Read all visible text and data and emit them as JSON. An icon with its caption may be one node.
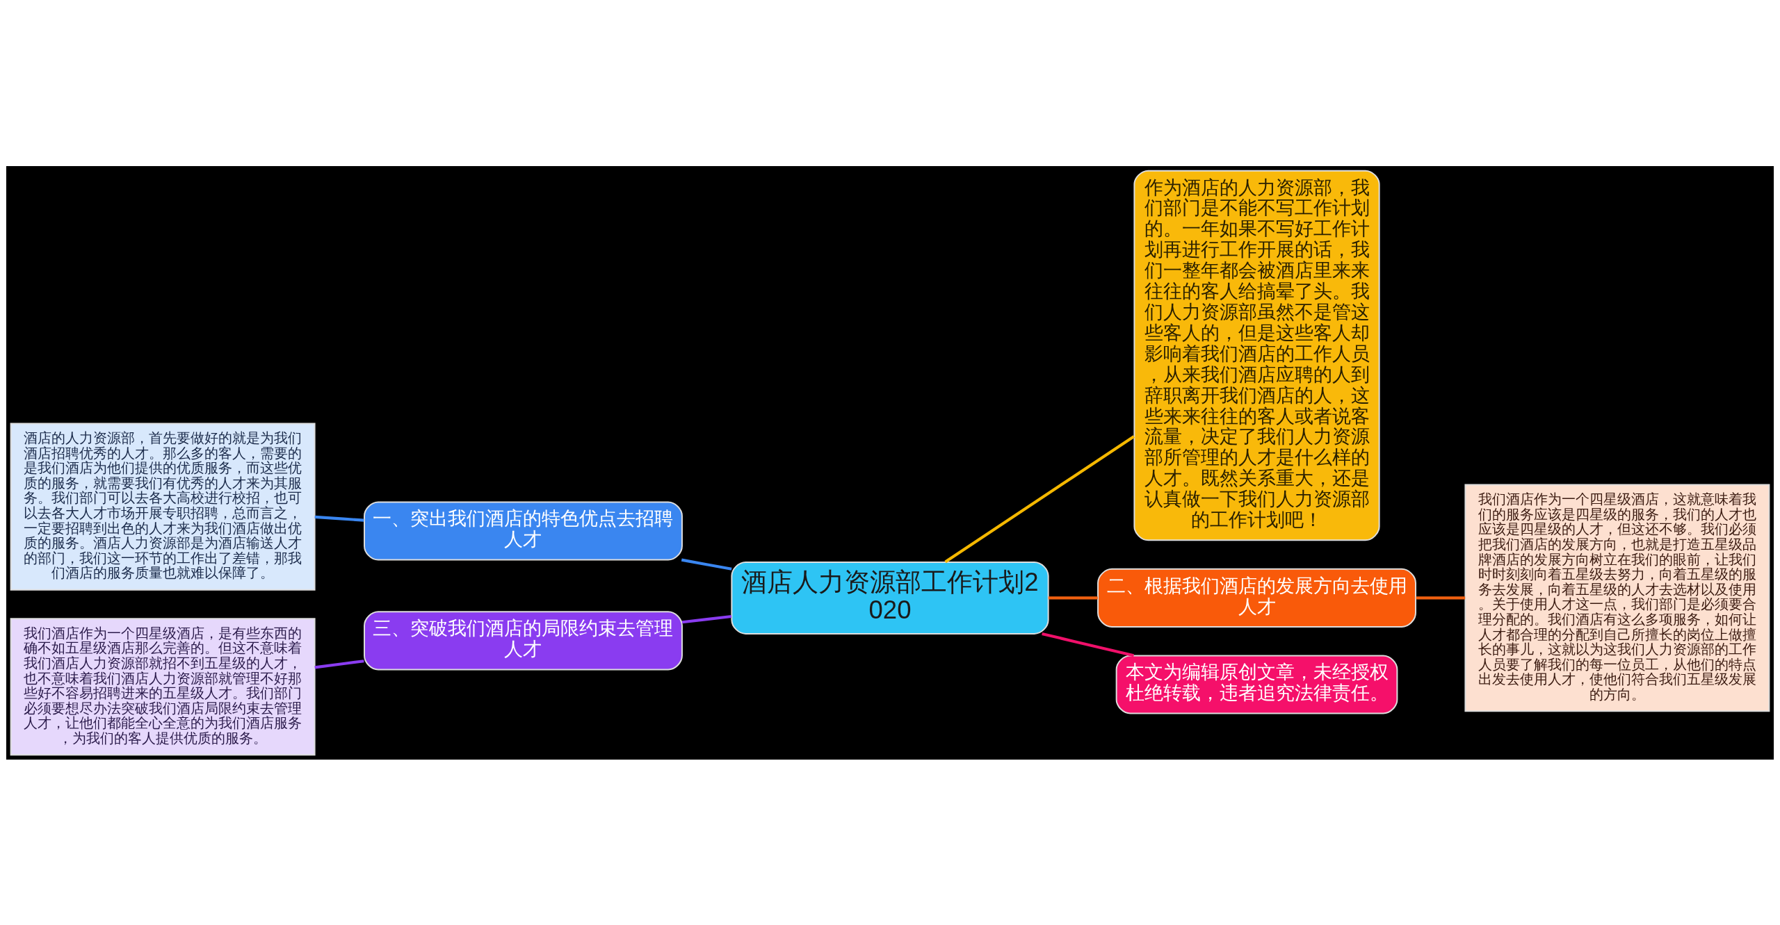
{
  "diagram": {
    "nodes": [
      {
        "text": [
          "酒店人力资源部工作计划2020"
        ]
      },
      {
        "text": [
          "一、突出我们酒店的特色优点去招聘人才"
        ]
      },
      {
        "text": [
          "酒店的人力资源部，首先要做好的就是为我们酒店招聘优秀的人才。那么多的客人，需要的是我们酒店为他们提供的优质服务，而这些优质的服务，就需要我们有优秀的人才来为其服务。我们部门可以去各大高校进行校招，也可以去各大人才市场开展专职招聘，总而言之，一定要招聘到出色的人才来为我们酒店做出优质的服务。酒店人力资源部是为酒店输送人才的部门，我们这一环节的工作出了差错，那我们酒店的服务质量也就难以保障了。"
        ]
      },
      {
        "text": [
          "三、突破我们酒店的局限约束去管理人才"
        ]
      },
      {
        "text": [
          "我们酒店作为一个四星级酒店，是有些东西的确不如五星级酒店那么完善的。但这不意味着我们酒店人力资源部就招不到五星级的人才，也不意味着我们酒店人力资源部就管理不好那些好不容易招聘进来的五星级人才。我们部门必须要想尽办法突破我们酒店局限约束去管理人才，让他们都能全心全意的为我们酒店服务，为我们的客人提供优质的服务。"
        ]
      },
      {
        "text": [
          "作为酒店的人力资源部，我们部门是不能不写工作计划的。一年如果不写好工作计划再进行工作开展的话，我们一整年都会被酒店里来来往往的客人给搞晕了头。我们人力资源部虽然不是管这些客人的，但是这些客人却影响着我们酒店的工作人员，从来我们酒店应聘的人到辞职离开我们酒店的人，这些来来往往的客人或者说客流量，决定了我们人力资源部所管理的人才是什么样的人才。既然关系重大，还是认真做一下我们人力资源部的工作计划吧！"
        ]
      },
      {
        "text": [
          "二、根据我们酒店的发展方向去使用人才"
        ]
      },
      {
        "text": [
          "我们酒店作为一个四星级酒店，这就意味着我们的服务应该是四星级的服务，我们的人才也应该是四星级的人才，但这还不够。我们必须把我们酒店的发展方向，也就是打造五星级品牌酒店的发展方向树立在我们的眼前，让我们时时刻刻向着五星级去努力，向着五星级的服务去发展，向着五星级的人才去选材以及使用。关于使用人才这一点，我们部门是必须要合理分配的。我们酒店有这么多项服务，如何让人才都合理的分配到自己所擅长的岗位上做擅长的事儿，这就以为这我们人力资源部的工作人员要了解我们的每一位员工，从他们的特点出发去使用人才，使他们符合我们五星级发展的方向。"
        ]
      },
      {
        "text": [
          "本文为编辑原创文章，未经授权杜绝转载，违者追究法律责任。"
        ]
      }
    ],
    "edges": [
      {
        "from": 0,
        "to": 1,
        "arrow": "none",
        "color": "#3a86f0"
      },
      {
        "from": 1,
        "to": 2,
        "arrow": "none",
        "color": "#3a86f0"
      },
      {
        "from": 0,
        "to": 3,
        "arrow": "none",
        "color": "#8a3cf0"
      },
      {
        "from": 3,
        "to": 4,
        "arrow": "none",
        "color": "#8a3cf0"
      },
      {
        "from": 0,
        "to": 5,
        "arrow": "none",
        "color": "#f5b800"
      },
      {
        "from": 0,
        "to": 6,
        "arrow": "none",
        "color": "#f06010"
      },
      {
        "from": 6,
        "to": 7,
        "arrow": "none",
        "color": "#f06010"
      },
      {
        "from": 0,
        "to": 8,
        "arrow": "none",
        "color": "#f0106a"
      }
    ]
  }
}
